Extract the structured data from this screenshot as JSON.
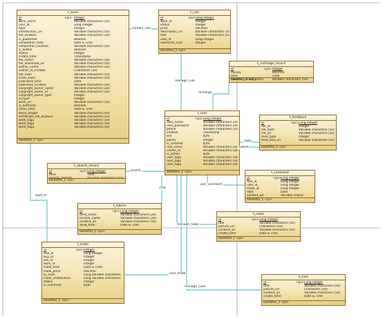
{
  "entities": [
    {
      "id": "t_work",
      "title": "t_work",
      "footer": "Identifier_1 <pi>",
      "rows": [
        [
          "id",
          "<pi>",
          "Integer",
          true
        ],
        [
          "work_name",
          "",
          "Variable characters (50)"
        ],
        [
          "user_id",
          "",
          "Long integer"
        ],
        [
          "type",
          "",
          "Integer"
        ],
        [
          "introduction_url",
          "",
          "Variable characters (50)"
        ],
        [
          "file_location",
          "",
          "Variable characters (20)"
        ],
        [
          "is_published",
          "",
          "Boolean"
        ],
        [
          "completion_time",
          "",
          "Date & Time"
        ],
        [
          "completion_location",
          "",
          "Variable characters (50)"
        ],
        [
          "is_author",
          "",
          "Boolean"
        ],
        [
          "status",
          "",
          "Integer"
        ],
        [
          "create_time",
          "",
          "Timestamp"
        ],
        [
          "file_name",
          "",
          "Variable characters (50)"
        ],
        [
          "file_download_url",
          "",
          "Variable characters (50)"
        ],
        [
          "author_name",
          "",
          "Variable characters (20)"
        ],
        [
          "author_id_number",
          "",
          "Characters (20)"
        ],
        [
          "file_hash",
          "",
          "Variable characters (50)"
        ],
        [
          "chain_hash",
          "",
          "Variable characters (50)"
        ],
        [
          "published_time",
          "",
          "Date"
        ],
        [
          "published_location",
          "",
          "Variable characters (50)"
        ],
        [
          "copyright_owner_name",
          "",
          "Variable characters (20)"
        ],
        [
          "copyright_owner_id",
          "",
          "Variable characters (20)"
        ],
        [
          "copyright_owner_type",
          "",
          "Integer"
        ],
        [
          "id_type",
          "",
          "Integer"
        ],
        [
          "work_url",
          "",
          "Variable characters (50)"
        ],
        [
          "is_authority",
          "",
          "Boolean"
        ],
        [
          "chain_time",
          "",
          "Date & Time"
        ],
        [
          "block_height",
          "",
          "Variable characters (50)"
        ],
        [
          "certificate_file_location",
          "",
          "Variable characters (50)"
        ],
        [
          "work_tag1",
          "",
          "Variable characters (50)"
        ],
        [
          "work_tag2",
          "",
          "Variable characters (50)"
        ],
        [
          "work_tag3",
          "",
          "Variable characters (50)"
        ]
      ]
    },
    {
      "id": "t_rule",
      "title": "t_rule",
      "footer": "Identifier_1 <pi>",
      "rows": [
        [
          "id",
          "<pi>",
          "Long integer",
          true
        ],
        [
          "work_id",
          "",
          "Integer"
        ],
        [
          "status",
          "",
          "Integer"
        ],
        [
          "price",
          "",
          "Decimal"
        ],
        [
          "description_url",
          "",
          "Variable characters (50)"
        ],
        [
          "title",
          "",
          "Variable characters (50)"
        ],
        [
          "user_id",
          "",
          "Long integer"
        ],
        [
          "authorize_num",
          "",
          "Integer"
        ]
      ]
    },
    {
      "id": "t_recharge_record",
      "title": "t_recharge_record",
      "footer": "Identifier_1 <pi>",
      "rows": [
        [
          "id",
          "<pi>",
          "Integer",
          true
        ],
        [
          "money",
          "",
          "Decimal"
        ],
        [
          "time",
          "",
          "Time"
        ],
        [
          "transfer_record_picture_url",
          "",
          "Variable characters (50)"
        ]
      ]
    },
    {
      "id": "t_user",
      "title": "t_user",
      "footer": "Identifier_1 <pi>",
      "rows": [
        [
          "id",
          "<pi>",
          "Long integer",
          true
        ],
        [
          "user_name",
          "",
          "Variable characters (20)"
        ],
        [
          "user_password",
          "",
          "Variable characters (20)"
        ],
        [
          "phone",
          "",
          "Variable characters (20)"
        ],
        [
          "created",
          "",
          "Timestamp"
        ],
        [
          "sex",
          "",
          "Byte"
        ],
        [
          "points",
          "",
          "Integer"
        ],
        [
          "is_certified",
          "",
          "Byte"
        ],
        [
          "real_name",
          "",
          "Variable characters (20)"
        ],
        [
          "citizen_id",
          "",
          "Variable characters (18)"
        ],
        [
          "is_admin",
          "",
          "Byte"
        ],
        [
          "user_tag1",
          "",
          "Variable characters (50)"
        ],
        [
          "user_tag2",
          "",
          "Variable characters (50)"
        ],
        [
          "user_tag3",
          "",
          "Variable characters (50)"
        ]
      ]
    },
    {
      "id": "t_feedback",
      "title": "t_feedback",
      "footer": "Identifier_1 <pi>",
      "rows": [
        [
          "id",
          "<pi>",
          "Long integer",
          true
        ],
        [
          "file_id",
          "",
          "Integer"
        ],
        [
          "file_hash",
          "",
          "Variable characters (50)"
        ],
        [
          "file_url",
          "",
          "Variable characters (50)"
        ],
        [
          "feed_type",
          "",
          "Integer"
        ],
        [
          "feed_text_url",
          "",
          "Variable characters (50)"
        ]
      ]
    },
    {
      "id": "t_search_record",
      "title": "t_search_record",
      "footer": "Identifier_1 <pi>",
      "rows": [
        [
          "id",
          "<pi>",
          "Long integer",
          true
        ],
        [
          "time",
          "",
          "Time"
        ],
        [
          "search_content",
          "",
          "Variable characters (50)"
        ]
      ]
    },
    {
      "id": "t_comment",
      "title": "t_comment",
      "footer": "Identifier_1 <pi>",
      "rows": [
        [
          "id",
          "<pi>",
          "Long integer",
          true
        ],
        [
          "rule_id",
          "",
          "Long integer"
        ],
        [
          "user_id",
          "",
          "Long integer"
        ],
        [
          "trade_id",
          "",
          "Long integer"
        ],
        [
          "date",
          "",
          "Date"
        ],
        [
          "content_url",
          "",
          "Variable charac"
        ]
      ]
    },
    {
      "id": "t_inform",
      "title": "t_inform",
      "footer": "Identifier_1 <pi>",
      "rows": [
        [
          "id",
          "<pi>",
          "Long integer",
          true
        ],
        [
          "send_name",
          "",
          "Variable characters (20)"
        ],
        [
          "recieve_name",
          "",
          "Variable characters (20)"
        ],
        [
          "content_url",
          "",
          "Variable characters (50)"
        ],
        [
          "send_time",
          "",
          "Date & Time"
        ]
      ]
    },
    {
      "id": "t_news",
      "title": "t_news",
      "footer": "Identifier_1 <pi>",
      "rows": [
        [
          "id",
          "<pi>",
          "Long integer",
          true
        ],
        [
          "title",
          "",
          "Variable characters (50)"
        ],
        [
          "picture_url",
          "",
          "Characters (50)"
        ],
        [
          "content_url",
          "",
          "Variable characters (50)"
        ],
        [
          "create_time",
          "",
          "Date & Time"
        ]
      ]
    },
    {
      "id": "t_trade",
      "title": "t_trade",
      "footer": "Identifier_1 <pi>",
      "rows": [
        [
          "id",
          "<pi>",
          "Integer",
          true
        ],
        [
          "rule_id",
          "",
          "Long integer"
        ],
        [
          "buy_id",
          "",
          "Integer"
        ],
        [
          "sell_id",
          "",
          "Integer"
        ],
        [
          "work_id",
          "",
          "Integer"
        ],
        [
          "trade_time",
          "",
          "Date & Time"
        ],
        [
          "trade_price",
          "",
          "Decimal"
        ],
        [
          "tx_hash",
          "",
          "Long Variable characters"
        ],
        [
          "trade_certification",
          "",
          "Long Variable characters"
        ],
        [
          "status",
          "",
          "Integer"
        ],
        [
          "is_comment",
          "",
          "Byte"
        ]
      ]
    },
    {
      "id": "t_case",
      "title": "t_case",
      "footer": "Identifier_1 <pi>",
      "rows": [
        [
          "id",
          "<pi>",
          "Long integer",
          true
        ],
        [
          "title",
          "",
          "Variable characters (50)"
        ],
        [
          "picture_url",
          "",
          "Characters (50)"
        ],
        [
          "content_url",
          "",
          "Variable characters (50)"
        ],
        [
          "create_time",
          "",
          "Date & Time"
        ]
      ]
    }
  ],
  "relationships": [
    {
      "id": "contain_rule",
      "label": "contain_rule"
    },
    {
      "id": "manage_rule",
      "label": "manage_rule"
    },
    {
      "id": "recharge",
      "label": "recharge"
    },
    {
      "id": "reply",
      "label": "reply"
    },
    {
      "id": "submit",
      "label": "submit"
    },
    {
      "id": "search",
      "label": "search"
    },
    {
      "id": "user_comment",
      "label": "user_comment"
    },
    {
      "id": "chat",
      "label": "chat"
    },
    {
      "id": "manage_news",
      "label": "manage_news"
    },
    {
      "id": "work_tr",
      "label": "work_tr"
    },
    {
      "id": "user_trade",
      "label": "user_trade"
    },
    {
      "id": "manage_case",
      "label": "manage_case"
    }
  ]
}
